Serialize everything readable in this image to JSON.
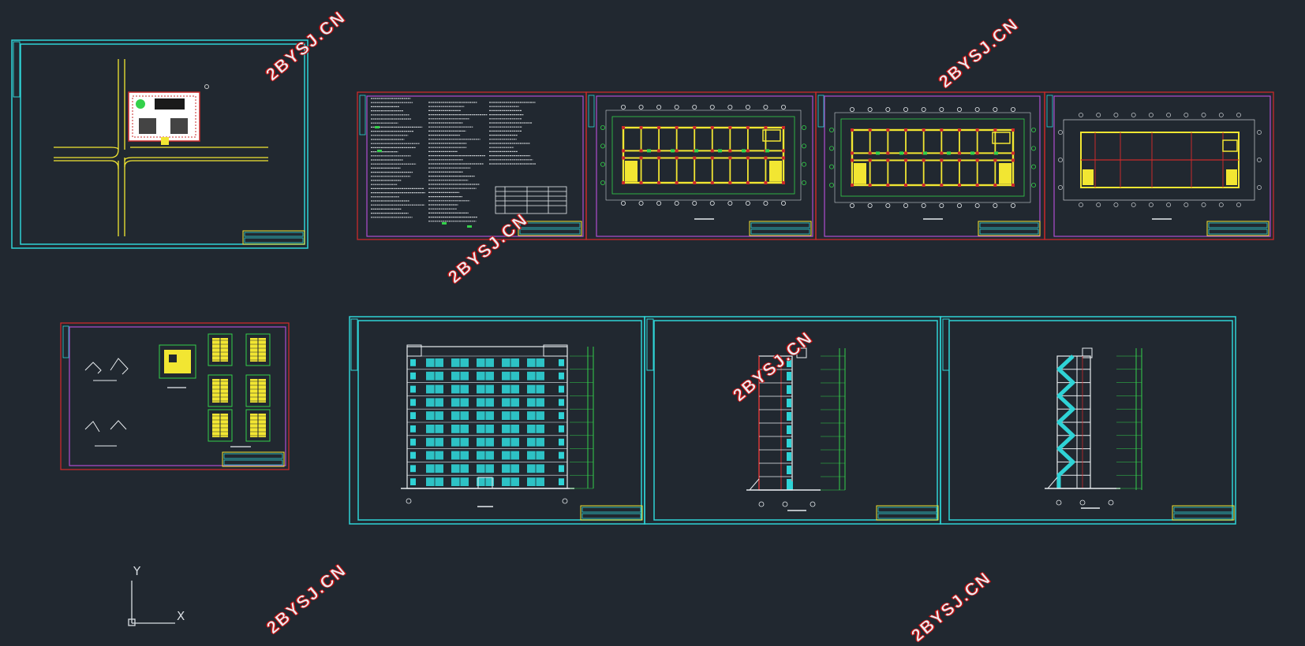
{
  "watermark": "2BYSJ.CN",
  "ucs": {
    "x_label": "X",
    "y_label": "Y"
  },
  "colors": {
    "background": "#212830",
    "cyan": "#2fd3d6",
    "red": "#c92a2a",
    "magenta": "#b04dd1",
    "yellow": "#f2e632",
    "green": "#33d14a",
    "white": "#e8ecef"
  },
  "sheets": [
    {
      "id": "site-plan",
      "frame": "cyan",
      "content": "site-plan"
    },
    {
      "id": "design-notes",
      "frame": "red",
      "content": "text-notes"
    },
    {
      "id": "floor-plan-1",
      "frame": "red",
      "content": "floor-plan"
    },
    {
      "id": "floor-plan-2",
      "frame": "red",
      "content": "floor-plan"
    },
    {
      "id": "roof-plan",
      "frame": "red",
      "content": "roof-plan"
    },
    {
      "id": "details",
      "frame": "red",
      "content": "details"
    },
    {
      "id": "front-elevation",
      "frame": "cyan",
      "content": "front-elevation"
    },
    {
      "id": "side-elevation",
      "frame": "cyan",
      "content": "side-elevation"
    },
    {
      "id": "section",
      "frame": "cyan",
      "content": "section"
    }
  ]
}
